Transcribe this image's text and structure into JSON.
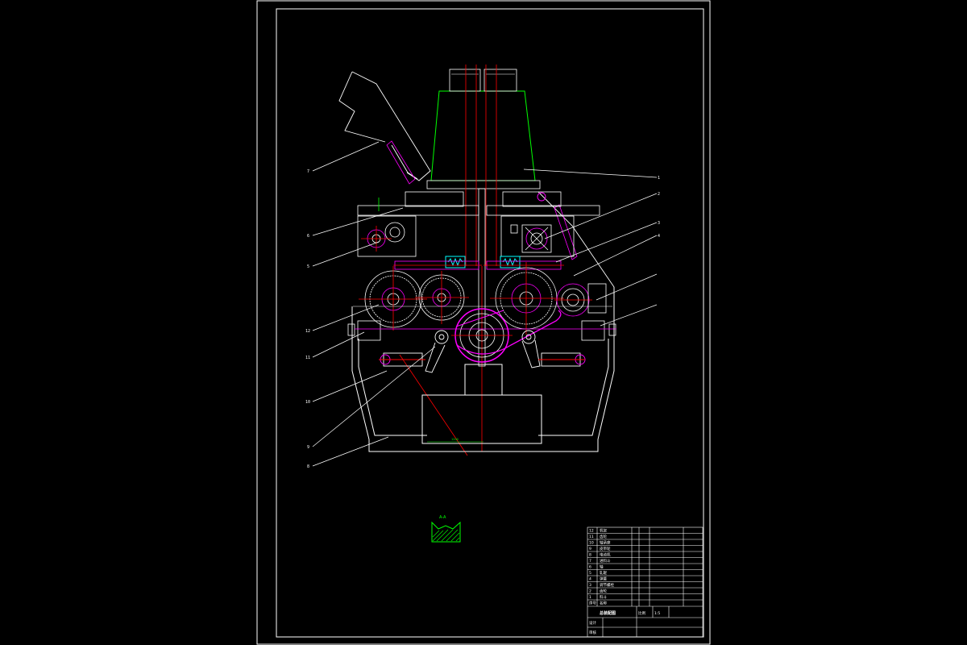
{
  "drawing": {
    "section_label": "A-A",
    "dimension_text": "1200",
    "part_callouts": [
      "7",
      "6",
      "5",
      "12",
      "11",
      "10",
      "9",
      "8",
      "1",
      "2",
      "3",
      "4"
    ],
    "title_block": {
      "rows": [
        {
          "no": "12",
          "name": "机架"
        },
        {
          "no": "11",
          "name": "齿轮"
        },
        {
          "no": "10",
          "name": "轴承座"
        },
        {
          "no": "9",
          "name": "皮带轮"
        },
        {
          "no": "8",
          "name": "电动机"
        },
        {
          "no": "7",
          "name": "进料斗"
        },
        {
          "no": "6",
          "name": "轴"
        },
        {
          "no": "5",
          "name": "轧辊"
        },
        {
          "no": "4",
          "name": "弹簧"
        },
        {
          "no": "3",
          "name": "调节螺栓"
        },
        {
          "no": "2",
          "name": "齿轮"
        },
        {
          "no": "1",
          "name": "料斗"
        }
      ],
      "header_no": "序号",
      "header_name": "名称",
      "title": "总装配图",
      "scale_label": "比例",
      "scale_value": "1:5",
      "drawn_label": "设计",
      "checked_label": "审核"
    }
  }
}
